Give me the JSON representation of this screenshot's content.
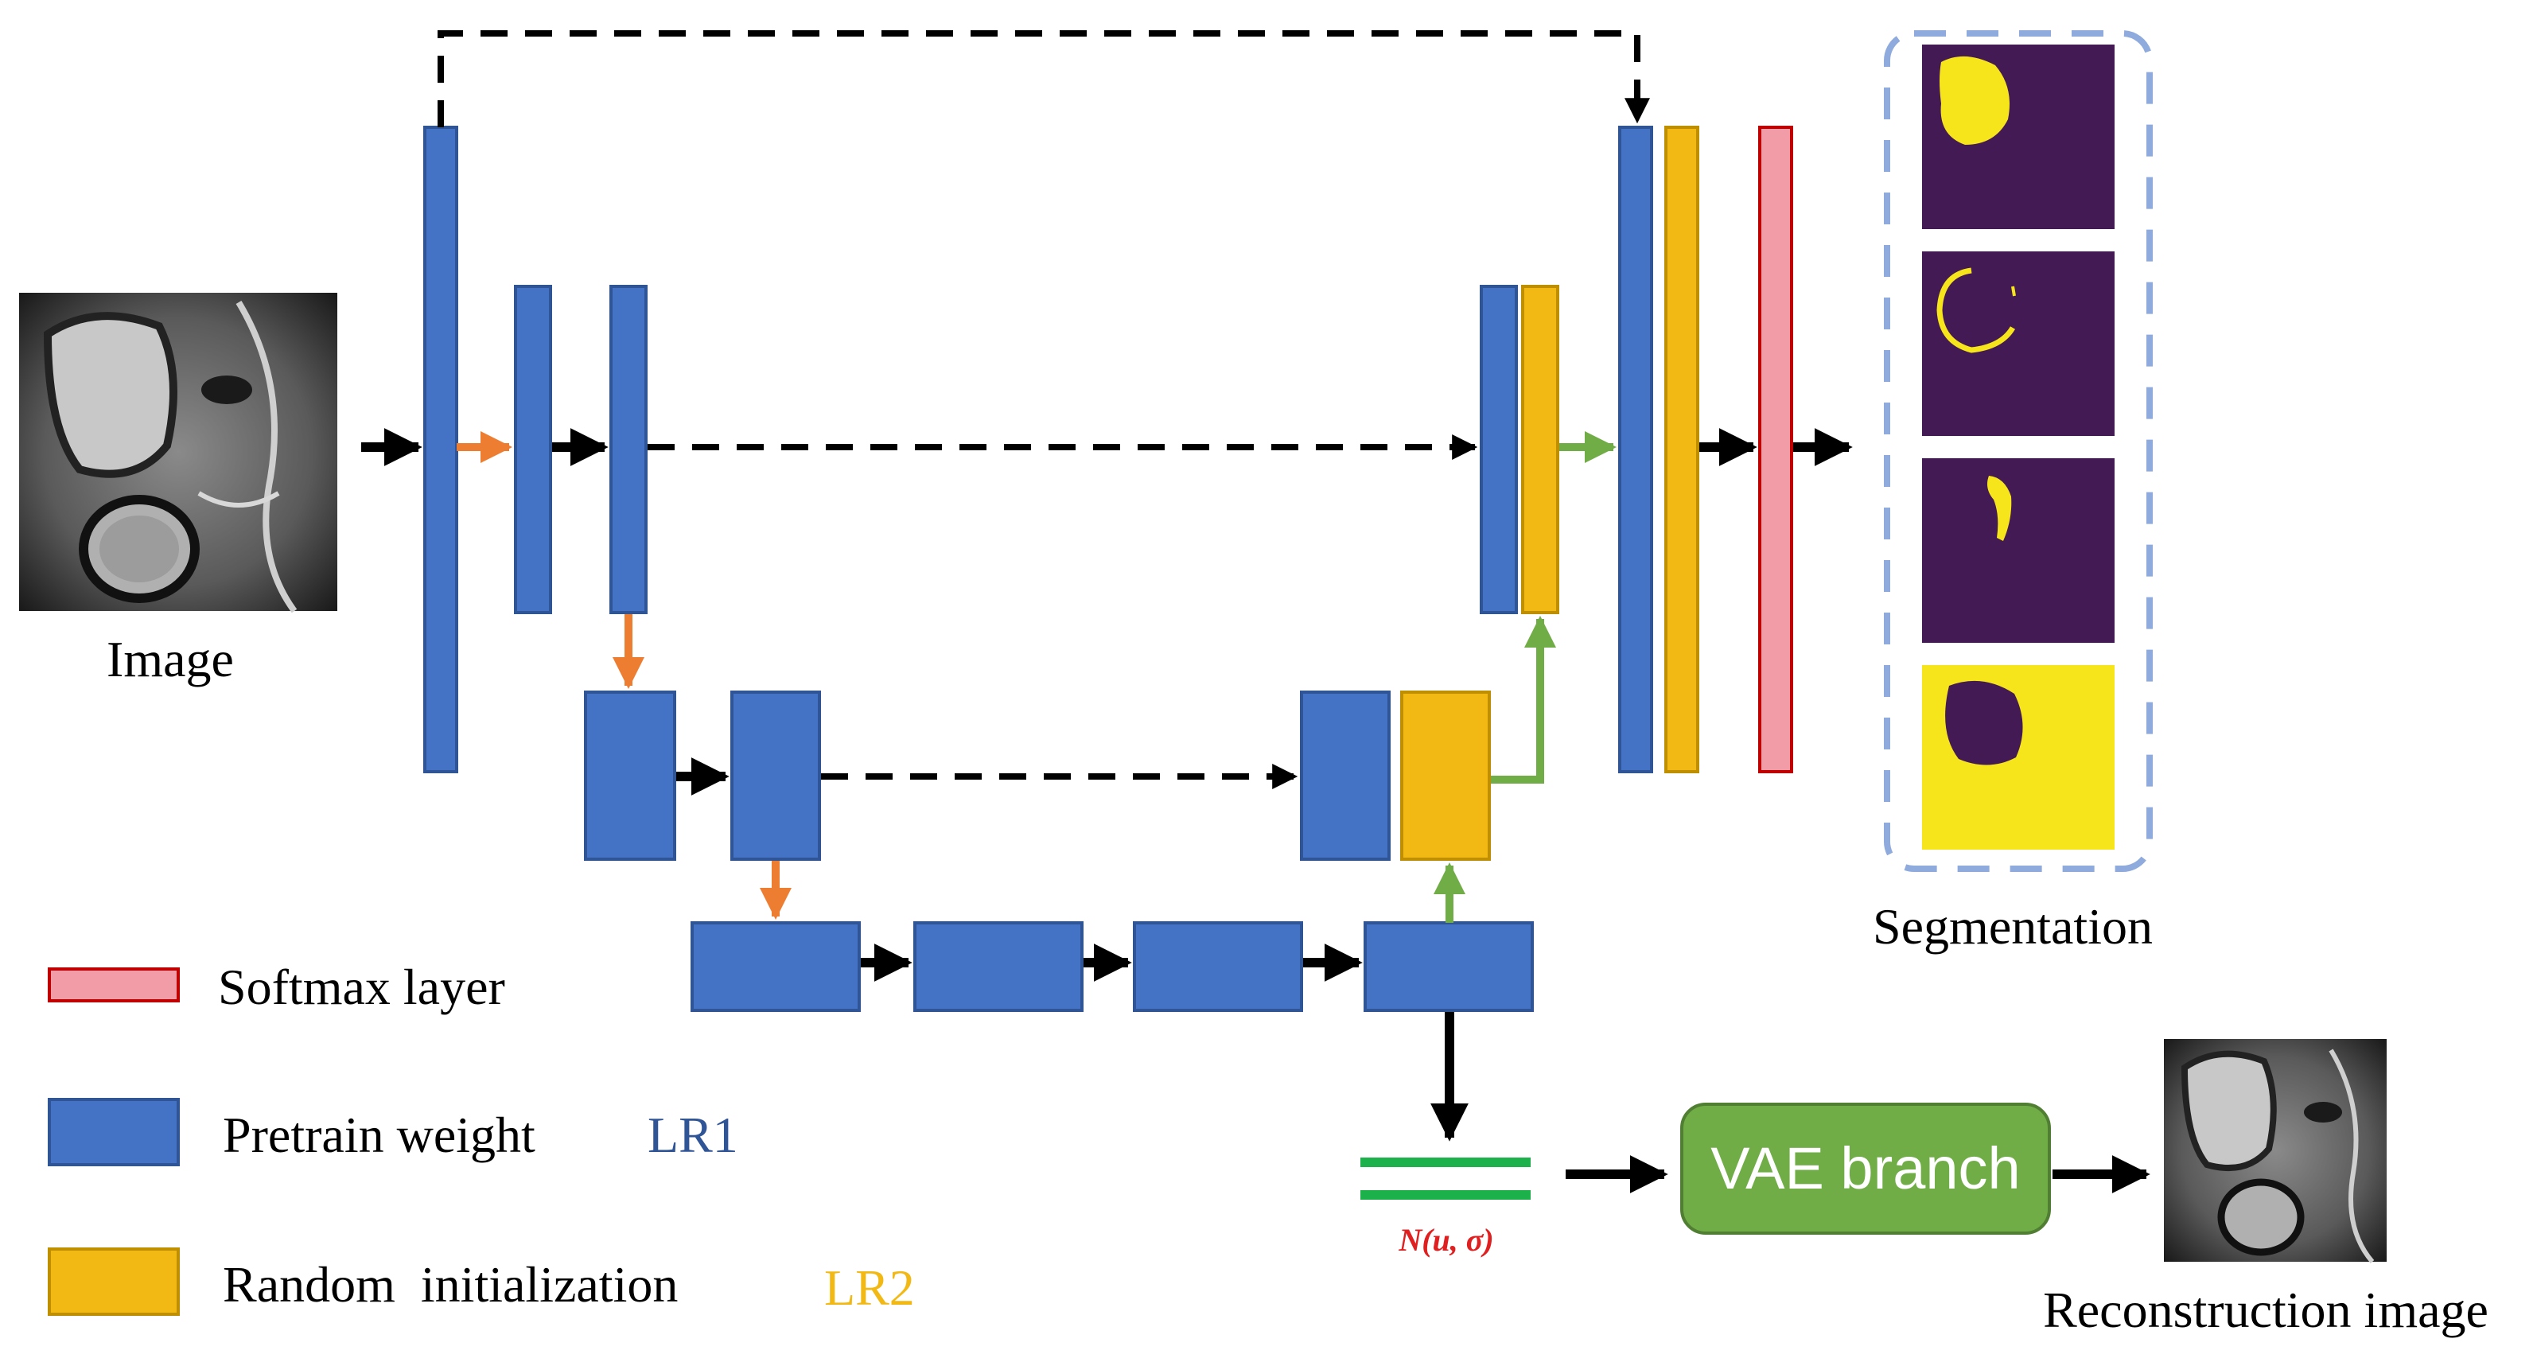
{
  "colors": {
    "pretrain_blue": "#4472c4",
    "pretrain_border": "#2f5597",
    "random_yellow": "#f2b915",
    "random_border": "#bf8f00",
    "softmax_pink": "#f19ca6",
    "softmax_border": "#c00000",
    "orange_arrow": "#ed7d31",
    "green_arrow": "#70ad47",
    "black_arrow": "#000000",
    "vae_green": "#70ad47",
    "latent_green": "#1db14b",
    "latent_label_red": "#e02020",
    "dashed_box": "#8faadc",
    "seg_purple": "#441a55",
    "seg_yellow": "#f6e51a",
    "lr1_text": "#2f5597",
    "lr2_text": "#f2b915"
  },
  "labels": {
    "input_image": "Image",
    "segmentation": "Segmentation",
    "reconstruction": "Reconstruction image",
    "vae_branch": "VAE branch",
    "latent": "N(u, σ)"
  },
  "legend": {
    "softmax": "Softmax layer",
    "pretrain": "Pretrain weight",
    "random": "Random  initialization",
    "lr1": "LR1",
    "lr2": "LR2"
  },
  "segmentation_maps": [
    {
      "name": "seg-map-1",
      "background": "purple"
    },
    {
      "name": "seg-map-2",
      "background": "purple"
    },
    {
      "name": "seg-map-3",
      "background": "purple"
    },
    {
      "name": "seg-map-4",
      "background": "yellow"
    }
  ]
}
